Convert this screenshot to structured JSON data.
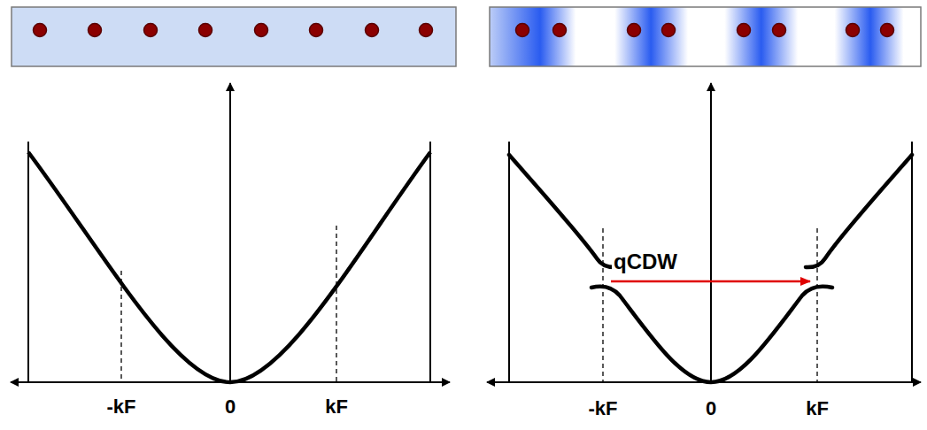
{
  "diagram": {
    "labels": [
      "-kF",
      "0",
      "kF",
      "-kF",
      "0",
      "kF",
      "qCDW"
    ]
  }
}
